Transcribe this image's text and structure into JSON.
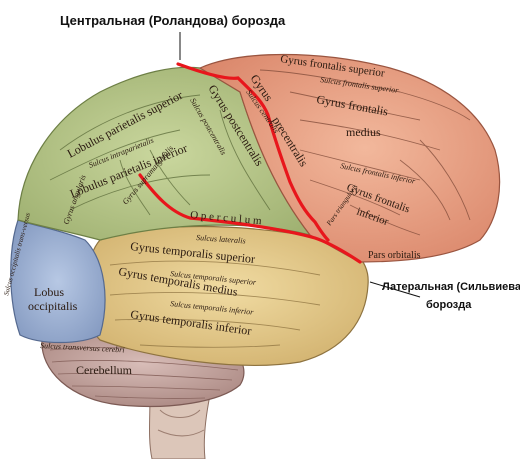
{
  "callouts": {
    "central_sulcus": "Центральная (Роландова) борозда",
    "lateral_sulcus_line1": "Латеральная (Сильвиева)",
    "lateral_sulcus_line2": "борозда"
  },
  "labels": {
    "gyrus_frontalis_superior": "Gyrus frontalis superior",
    "sulcus_frontalis_superior": "Sulcus frontalis superior",
    "gyrus_frontalis": "Gyrus frontalis",
    "medius": "medius",
    "sulcus_frontalis_inferior": "Sulcus frontalis inferior",
    "gyrus_frontalis_inferior_1": "Gyrus frontalis",
    "gyrus_frontalis_inferior_2": "inferior",
    "pars_orbitalis": "Pars orbitalis",
    "pars_triangularis": "Pars triangularis",
    "gyrus_precentralis_1": "Gyrus",
    "gyrus_precentralis_2": "precentralis",
    "sulcus_centralis": "Sulcus centralis",
    "gyrus_postcentralis": "Gyrus postcentralis",
    "sulcus_postcentralis": "Sulcus postcentralis",
    "lobulus_parietalis_superior": "Lobulus parietalis superior",
    "sulcus_intraparietalis": "Sulcus intraparietalis",
    "lobulus_parietalis_inferior": "Lobulus parietalis inferior",
    "gyrus_supramarginalis": "Gyrus supramarginalis",
    "gyrus_angularis": "Gyrus angularis",
    "operculum": "O p e r c u l u m",
    "sulcus_lateralis": "Sulcus lateralis",
    "gyrus_temporalis_superior": "Gyrus temporalis superior",
    "gyrus_temporalis_medius": "Gyrus temporalis medius",
    "sulcus_temporalis_superior": "Sulcus temporalis superior",
    "sulcus_temporalis_inferior": "Sulcus temporalis inferior",
    "gyrus_temporalis_inferior": "Gyrus temporalis inferior",
    "sulcus_occipitalis_transversus": "Sulcus occipitalis trans-versus",
    "lobus_occipitalis_1": "Lobus",
    "lobus_occipitalis_2": "occipitalis",
    "sulcus_transversus_cerebri": "Sulcus transversus cerebri",
    "cerebellum": "Cerebellum"
  },
  "colors": {
    "frontal": "#e9a285",
    "parietal": "#b7c78a",
    "temporal": "#e2c98a",
    "occipital": "#9fb3d4",
    "cerebellum": "#c9a9a4",
    "brainstem": "#d9c4b8",
    "highlight": "#e8161c"
  }
}
